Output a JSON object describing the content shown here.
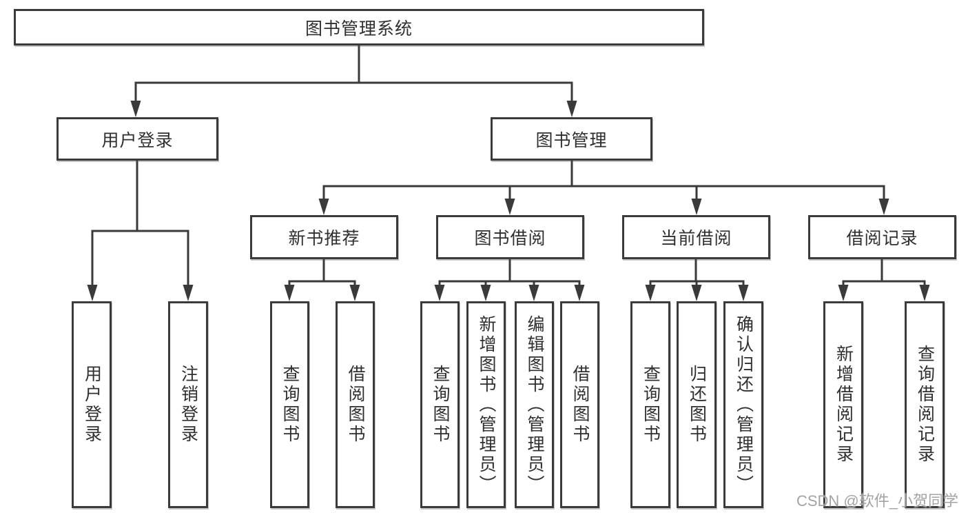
{
  "diagram": {
    "type": "function-structure-tree",
    "colors": {
      "background": "#ffffff",
      "line": "#3a3a3a",
      "box_border": "#3a3a3a",
      "text": "#2f2f2f",
      "watermark": "#9e9e9e"
    },
    "tree": {
      "label": "图书管理系统",
      "children": [
        {
          "label": "用户登录",
          "children": [
            {
              "label": "用户登录"
            },
            {
              "label": "注销登录"
            }
          ]
        },
        {
          "label": "图书管理",
          "children": [
            {
              "label": "新书推荐",
              "children": [
                {
                  "label": "查询图书"
                },
                {
                  "label": "借阅图书"
                }
              ]
            },
            {
              "label": "图书借阅",
              "children": [
                {
                  "label": "查询图书"
                },
                {
                  "label": "新增图书（管理员）"
                },
                {
                  "label": "编辑图书（管理员）"
                },
                {
                  "label": "借阅图书"
                }
              ]
            },
            {
              "label": "当前借阅",
              "children": [
                {
                  "label": "查询图书"
                },
                {
                  "label": "归还图书"
                },
                {
                  "label": "确认归还（管理员）"
                }
              ]
            },
            {
              "label": "借阅记录",
              "children": [
                {
                  "label": "新增借阅记录"
                },
                {
                  "label": "查询借阅记录"
                }
              ]
            }
          ]
        }
      ]
    }
  },
  "watermark": {
    "text": "CSDN @软件_小贺同学"
  }
}
